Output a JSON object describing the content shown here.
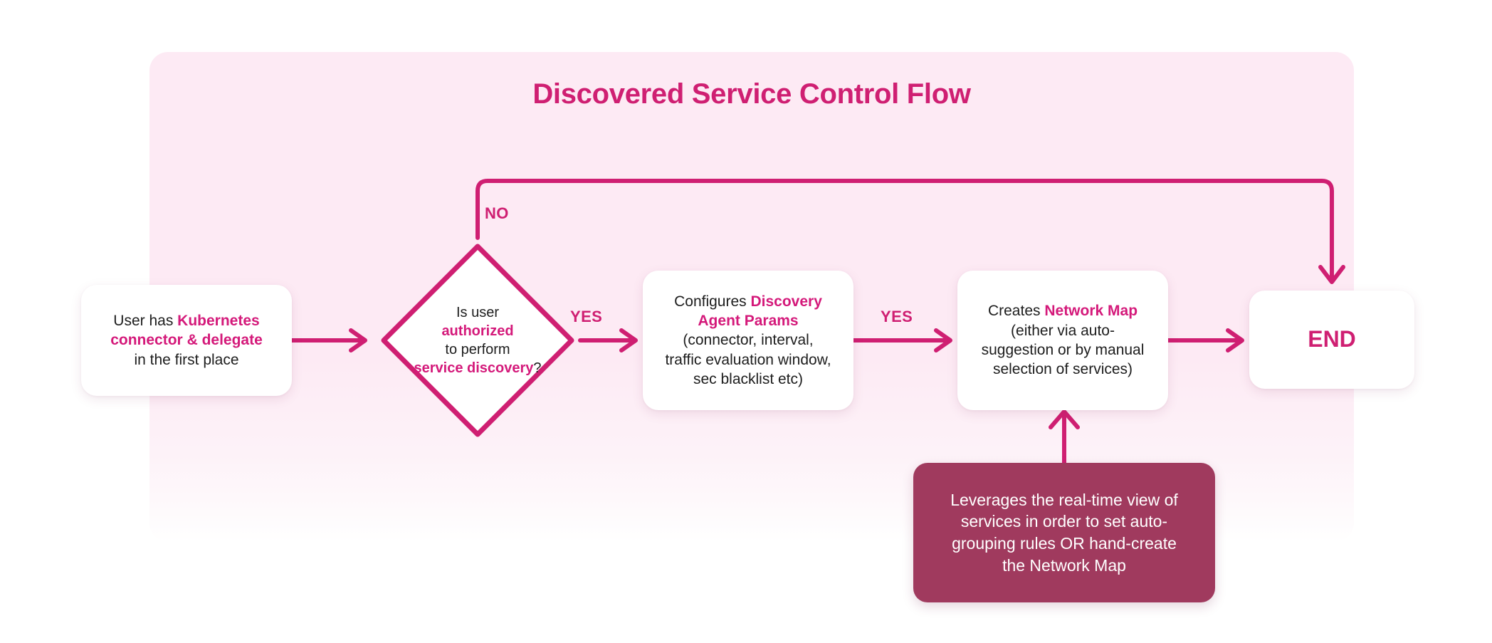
{
  "title": "Discovered Service Control Flow",
  "colors": {
    "accent": "#cf1f72",
    "accent_text": "#d4197a",
    "panel_bg": "#fdeaf4",
    "callout_bg": "#a03a5e",
    "node_bg": "#ffffff",
    "body_text": "#1d1d1d",
    "page_bg": "#ffffff"
  },
  "nodes": {
    "start": {
      "type": "process",
      "lines": [
        {
          "parts": [
            {
              "text": "User has ",
              "hl": false
            },
            {
              "text": "Kubernetes",
              "hl": true
            }
          ]
        },
        {
          "parts": [
            {
              "text": "connector & delegate",
              "hl": true
            }
          ]
        },
        {
          "parts": [
            {
              "text": "in the first place",
              "hl": false
            }
          ]
        }
      ]
    },
    "decision": {
      "type": "decision",
      "lines": [
        {
          "parts": [
            {
              "text": "Is user",
              "hl": false
            }
          ]
        },
        {
          "parts": [
            {
              "text": "authorized",
              "hl": true
            }
          ]
        },
        {
          "parts": [
            {
              "text": "to perform",
              "hl": false
            }
          ]
        },
        {
          "parts": [
            {
              "text": "service discovery",
              "hl": true
            },
            {
              "text": "?",
              "hl": false
            }
          ]
        }
      ]
    },
    "configure": {
      "type": "process",
      "lines": [
        {
          "parts": [
            {
              "text": "Configures ",
              "hl": false
            },
            {
              "text": "Discovery",
              "hl": true
            }
          ]
        },
        {
          "parts": [
            {
              "text": "Agent Params",
              "hl": true
            }
          ]
        },
        {
          "parts": [
            {
              "text": "(connector, interval,",
              "hl": false
            }
          ]
        },
        {
          "parts": [
            {
              "text": "traffic evaluation window,",
              "hl": false
            }
          ]
        },
        {
          "parts": [
            {
              "text": "sec blacklist etc)",
              "hl": false
            }
          ]
        }
      ]
    },
    "networkmap": {
      "type": "process",
      "lines": [
        {
          "parts": [
            {
              "text": "Creates ",
              "hl": false
            },
            {
              "text": "Network Map",
              "hl": true
            }
          ]
        },
        {
          "parts": [
            {
              "text": "(either via auto-",
              "hl": false
            }
          ]
        },
        {
          "parts": [
            {
              "text": "suggestion or by manual",
              "hl": false
            }
          ]
        },
        {
          "parts": [
            {
              "text": "selection of services)",
              "hl": false
            }
          ]
        }
      ]
    },
    "end": {
      "type": "terminator",
      "lines": [
        {
          "parts": [
            {
              "text": "END",
              "hl": false
            }
          ]
        }
      ]
    },
    "callout": {
      "type": "annotation",
      "lines": [
        {
          "parts": [
            {
              "text": "Leverages the real-time view of",
              "hl": false
            }
          ]
        },
        {
          "parts": [
            {
              "text": "services in order to set auto-",
              "hl": false
            }
          ]
        },
        {
          "parts": [
            {
              "text": "grouping rules OR hand-create",
              "hl": false
            }
          ]
        },
        {
          "parts": [
            {
              "text": "the Network Map",
              "hl": false
            }
          ]
        }
      ]
    }
  },
  "edges": {
    "start_to_decision": {
      "label": ""
    },
    "decision_no": {
      "label": "NO"
    },
    "decision_yes": {
      "label": "YES"
    },
    "configure_to_networkmap": {
      "label": "YES"
    },
    "networkmap_to_end": {
      "label": ""
    },
    "callout_to_networkmap": {
      "label": ""
    }
  }
}
